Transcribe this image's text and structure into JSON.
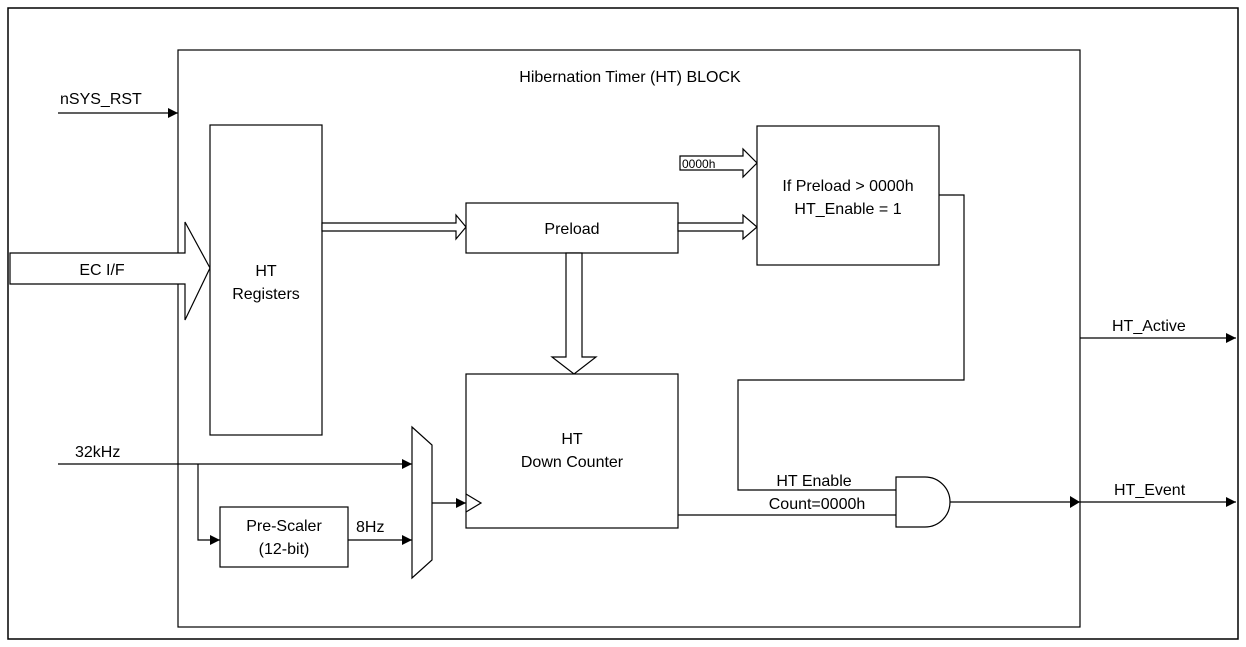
{
  "diagram": {
    "block_title": "Hibernation Timer (HT) BLOCK",
    "inputs": {
      "nsys_rst": "nSYS_RST",
      "ec_if": "EC I/F",
      "clk_32khz": "32kHz"
    },
    "outputs": {
      "ht_active": "HT_Active",
      "ht_event": "HT_Event"
    },
    "ht_registers": {
      "line1": "HT",
      "line2": "Registers"
    },
    "preload": "Preload",
    "zero_const": "0000h",
    "compare_box": {
      "line1": "If Preload > 0000h",
      "line2": "HT_Enable = 1"
    },
    "down_counter": {
      "line1": "HT",
      "line2": "Down Counter"
    },
    "prescaler": {
      "line1": "Pre-Scaler",
      "line2": "(12-bit)"
    },
    "prescaler_out": "8Hz",
    "and_inputs": {
      "enable": "HT Enable",
      "count": "Count=0000h"
    }
  }
}
